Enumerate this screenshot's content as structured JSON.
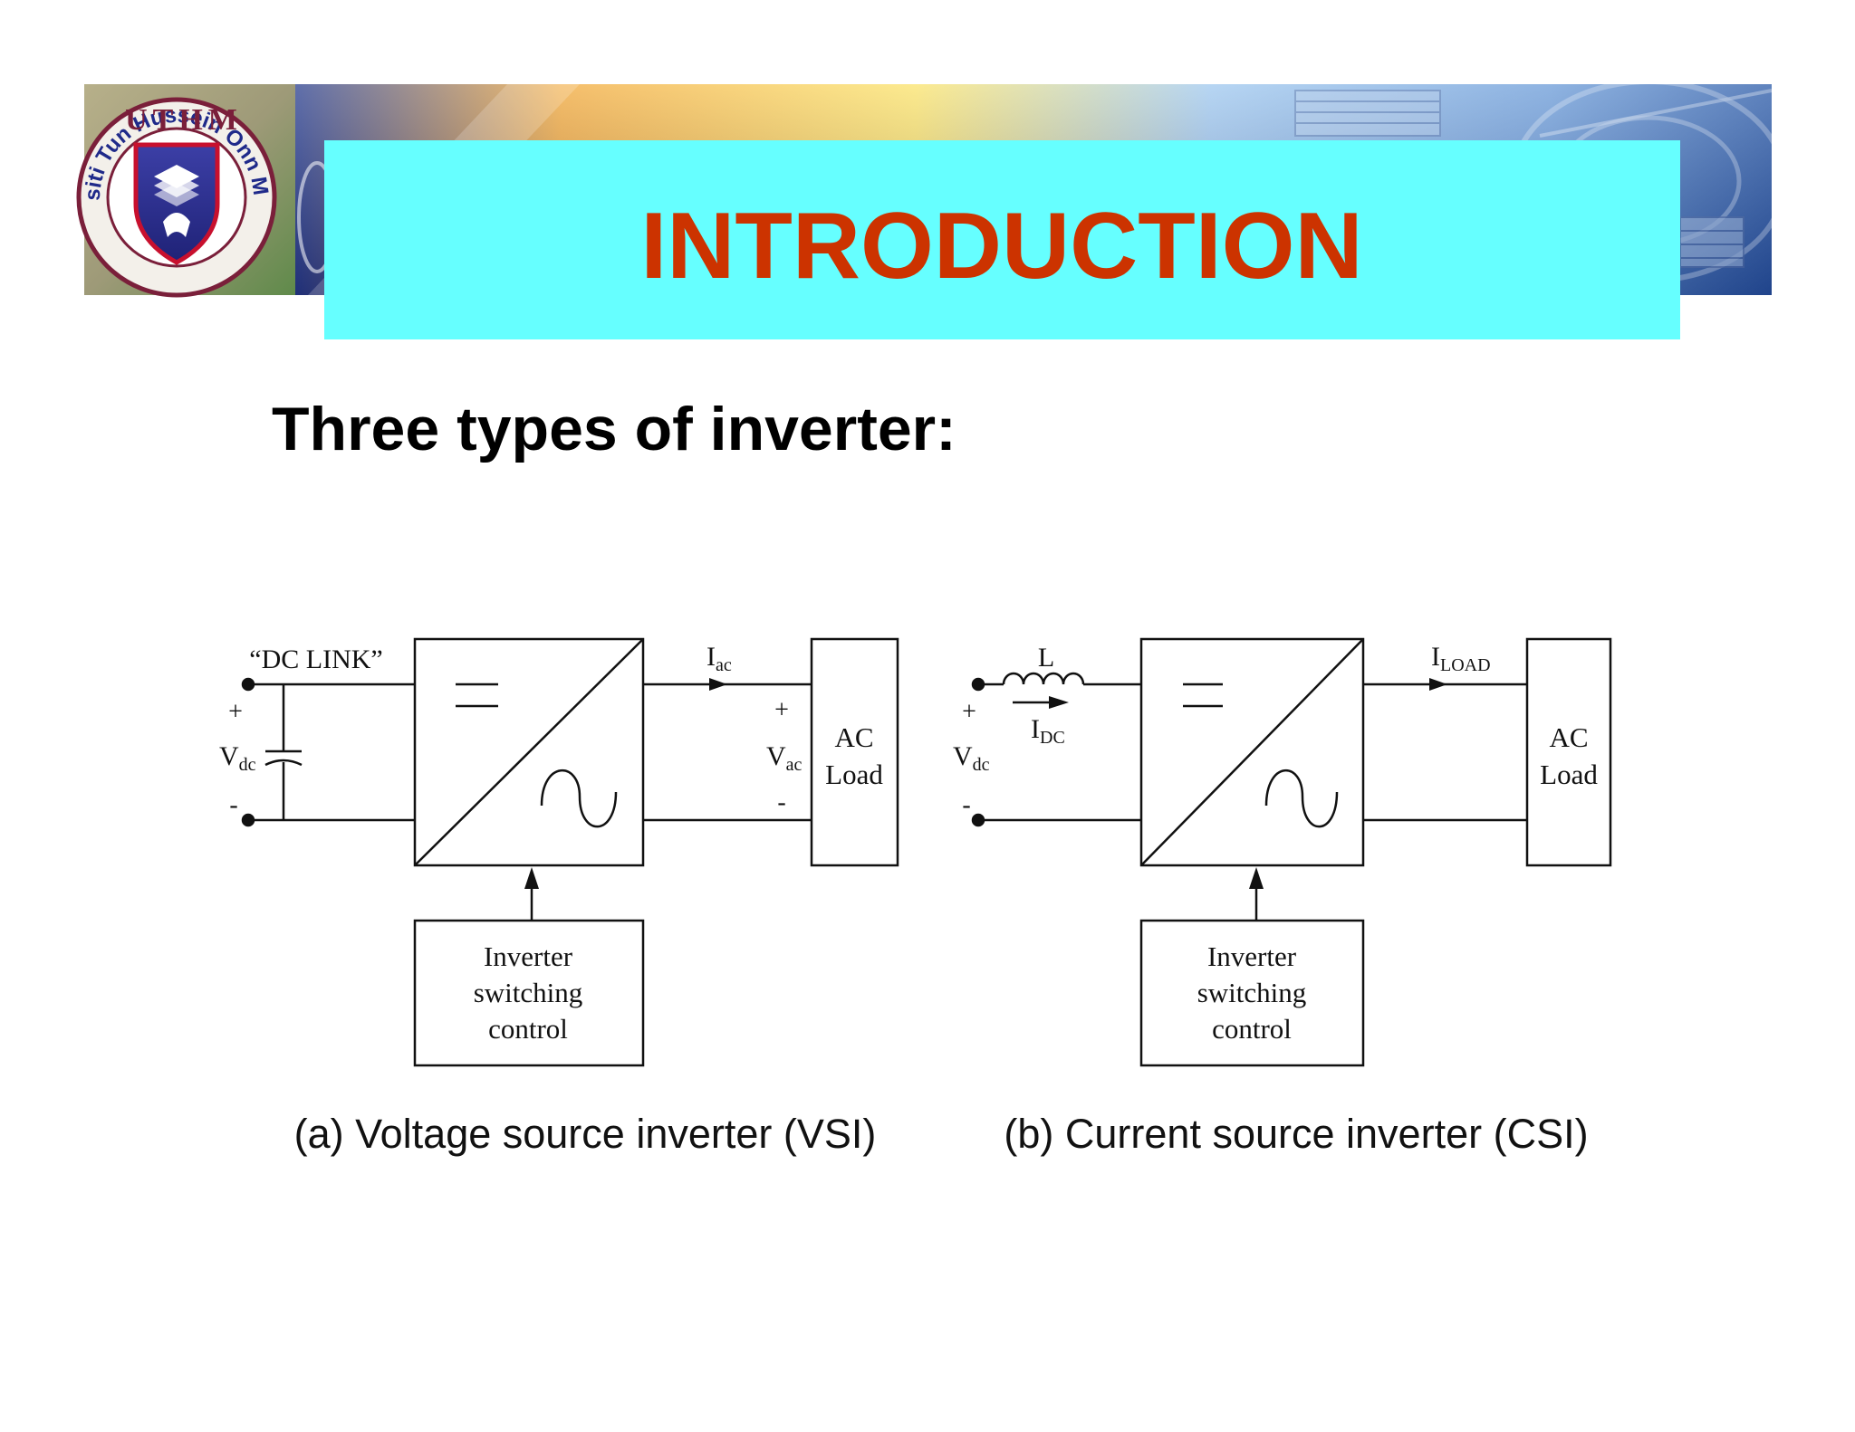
{
  "header": {
    "title": "INTRODUCTION",
    "title_color": "#cc3300",
    "title_box_color": "#66ffff",
    "logo": {
      "top_text": "UTHM",
      "ring_text": "Universiti Tun Hussein Onn Malaysia"
    }
  },
  "main": {
    "heading": "Three types of inverter:"
  },
  "diagrams": {
    "vsi": {
      "dc_link_label": "“DC LINK”",
      "vdc_plus": "+",
      "vdc_main": "V",
      "vdc_sub": "dc",
      "vdc_minus": "-",
      "iac_main": "I",
      "iac_sub": "ac",
      "vac_plus": "+",
      "vac_main": "V",
      "vac_sub": "ac",
      "vac_minus": "-",
      "load_line1": "AC",
      "load_line2": "Load",
      "control_line1": "Inverter",
      "control_line2": "switching",
      "control_line3": "control",
      "caption": "(a) Voltage source inverter (VSI)"
    },
    "csi": {
      "inductor_label": "L",
      "idc_main": "I",
      "idc_sub": "DC",
      "vdc_plus": "+",
      "vdc_main": "V",
      "vdc_sub": "dc",
      "vdc_minus": "-",
      "iload_main": "I",
      "iload_sub": "LOAD",
      "load_line1": "AC",
      "load_line2": "Load",
      "control_line1": "Inverter",
      "control_line2": "switching",
      "control_line3": "control",
      "caption": "(b) Current source inverter (CSI)"
    }
  }
}
